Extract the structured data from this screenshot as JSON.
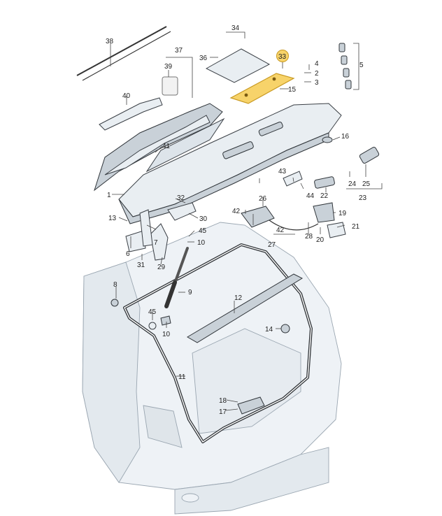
{
  "colors": {
    "highlight_fill": "#f7d36a",
    "highlight_stroke": "#c99a22",
    "car_fill": "#eef2f6"
  },
  "labels": {
    "l1": "1",
    "l2": "2",
    "l3": "3",
    "l4": "4",
    "l5": "5",
    "l6": "6",
    "l7": "7",
    "l8": "8",
    "l9": "9",
    "l10a": "10",
    "l10b": "10",
    "l11": "11",
    "l12": "12",
    "l13": "13",
    "l14": "14",
    "l15": "15",
    "l16": "16",
    "l17": "17",
    "l18": "18",
    "l19": "19",
    "l20": "20",
    "l21": "21",
    "l22": "22",
    "l23": "23",
    "l24": "24",
    "l25": "25",
    "l26": "26",
    "l27": "27",
    "l28": "28",
    "l29": "29",
    "l30": "30",
    "l31": "31",
    "l32": "32",
    "l33": "33",
    "l34": "34",
    "l36": "36",
    "l37": "37",
    "l38": "38",
    "l39": "39",
    "l40": "40",
    "l41": "41",
    "l42a": "42",
    "l42b": "42",
    "l43": "43",
    "l44": "44",
    "l45a": "45",
    "l45b": "45"
  }
}
